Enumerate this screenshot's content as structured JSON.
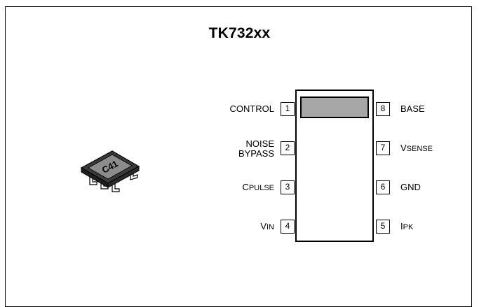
{
  "title": "TK732xx",
  "package": {
    "marking": "C41"
  },
  "pins": {
    "p1": {
      "number": "1",
      "label": "CONTROL"
    },
    "p2": {
      "number": "2",
      "label_line1": "NOISE",
      "label_line2": "BYPASS"
    },
    "p3": {
      "number": "3",
      "label_cap": "C",
      "label_sub": "PULSE"
    },
    "p4": {
      "number": "4",
      "label_cap": "V",
      "label_sub": "IN"
    },
    "p5": {
      "number": "5",
      "label_cap": "I",
      "label_sub": "PK"
    },
    "p6": {
      "number": "6",
      "label": "GND"
    },
    "p7": {
      "number": "7",
      "label_cap": "V",
      "label_sub": "SENSE"
    },
    "p8": {
      "number": "8",
      "label": "BASE"
    }
  },
  "colors": {
    "window": "#a7a7a7",
    "package_body": "#3a3a3a",
    "marking_bg": "#8c8c8c"
  }
}
